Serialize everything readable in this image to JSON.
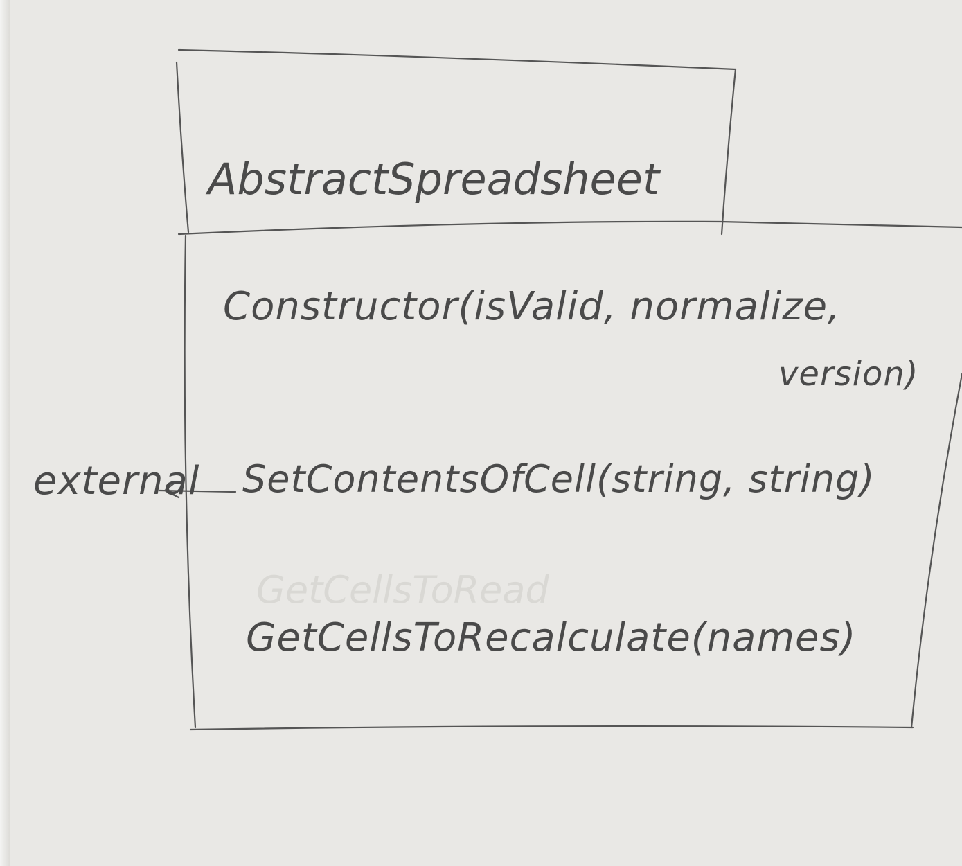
{
  "diagram": {
    "class_name": "AbstractSpreadsheet",
    "members": [
      {
        "text_line1": "Constructor(isValid, normalize,",
        "text_line2": "version)"
      },
      {
        "text": "SetContentsOfCell(string, string)"
      },
      {
        "text": "GetCellsToRecalculate(names)"
      }
    ],
    "annotation": "external"
  },
  "colors": {
    "paper": "#e9e8e5",
    "pencil": "#4a4a4a"
  }
}
